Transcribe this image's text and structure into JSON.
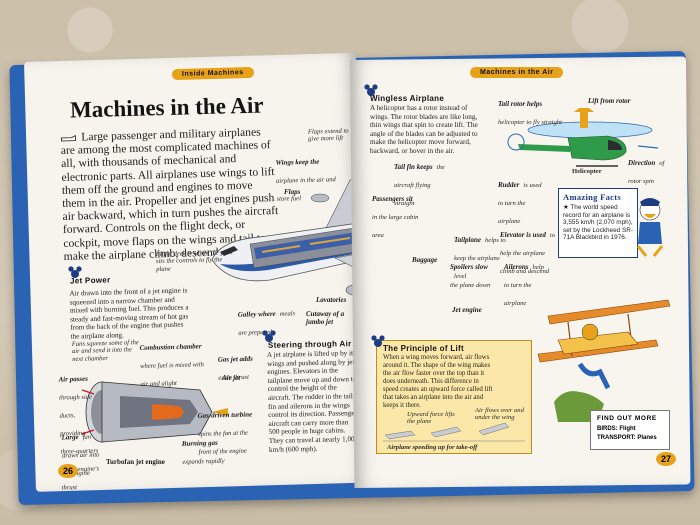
{
  "left_page": {
    "tab": "Inside Machines",
    "title": "Machines in the Air",
    "intro": "Large passenger and military airplanes are among the most complicated machines of all, with thousands of mechanical and electronic parts. All airplanes use wings to lift them off the ground and engines to move them in the air. Propeller and jet engines push air backward, which in turn pushes the aircraft forward. Controls on the flight deck, or cockpit, move flaps on the wings and tail to make the airplane climb, descend, or turn.",
    "jet_power": {
      "heading": "Jet Power",
      "text": "Air drawn into the front of a jet engine is squeezed into a narrow chamber and mixed with burning fuel. This produces a steady and fast-moving stream of hot gas from the back of the engine that pushes the airplane along."
    },
    "steering": {
      "heading": "Steering through Air",
      "text": "A jet airplane is lifted up by its wings and pushed along by jet engines. Elevators in the tailplane move up and down to control the height of the aircraft. The rudder in the tail fin and ailerons in the wings control its direction. Passenger aircraft can carry more than 500 people in huge cabins. They can travel at nearly 1,000 km/h (600 mph)."
    },
    "labels": {
      "flaps_extend": "Flaps extend to give more lift",
      "wings_keep_bold": "Wings keep the",
      "wings_keep": "airplane in the air and store fuel",
      "flaps": "Flaps",
      "flight_deck": "Flight deck is where the pilot sits the controls to fly the plane",
      "galley_bold": "Galley where",
      "galley": "meals are prepared",
      "lavatories": "Lavatories",
      "cutaway": "Cutaway of a jumbo jet",
      "fans": "Fans squeeze some of the air and send it into the next chamber",
      "combustion_bold": "Combustion chamber",
      "combustion": "where fuel is mixed with air and alight",
      "air_passes_bold": "Air passes",
      "air_passes": "through side ducts, providing three-quarters of the engine's thrust",
      "gas_jet_bold": "Gas jet adds",
      "gas_jet": "extra thrust",
      "air_jet": "Air jet",
      "gas_turbine_bold": "Gas-driven turbine",
      "gas_turbine": "spins the fan at the front of the engine",
      "large_fan_bold": "Large",
      "large_fan": "fan draws air into the engine",
      "burning_gas_bold": "Burning gas",
      "burning_gas": "expands rapidly",
      "turbofan": "Turbofan jet engine"
    },
    "page_number": "26"
  },
  "right_page": {
    "tab": "Machines in the Air",
    "wingless": {
      "heading": "Wingless Airplane",
      "text": "A helicopter has a rotor instead of wings. The rotor blades are like long, thin wings that spin to create lift. The angle of the blades can be adjusted to make the helicopter move forward, backward, or hover in the air."
    },
    "labels": {
      "tail_rotor_bold": "Tail rotor helps",
      "tail_rotor": "helicopter to fly straight",
      "lift_from_rotor": "Lift from rotor",
      "direction_bold": "Direction",
      "direction": "of rotor spin",
      "helicopter": "Helicopter",
      "tail_fin_bold": "Tail fin keeps",
      "tail_fin": "the aircraft flying straight",
      "passengers_bold": "Passengers sit",
      "passengers": "in the large cabin area",
      "rudder_bold": "Rudder",
      "rudder": "is used to turn the airplane",
      "tailplane_bold": "Tailplane",
      "tailplane": "helps to keep the airplane level",
      "elevator_bold": "Elevator is used",
      "elevator": "to help the airplane climb and descend",
      "baggage": "Baggage",
      "spoilers_bold": "Spoilers slow",
      "spoilers": "the plane down",
      "ailerons_bold": "Ailerons",
      "ailerons": "help to turn the airplane",
      "jet_engine": "Jet engine"
    },
    "amazing_facts": {
      "heading": "Amazing Facts",
      "text": "The world speed record for an airplane is 3,555 km/h (2,070 mph), set by the Lockheed SR-71A Blackbird in 1976."
    },
    "principle": {
      "heading": "The Principle of Lift",
      "text": "When a wing moves forward, air flows around it. The shape of the wing makes the air flow faster over the top than it does underneath. This difference in speed creates an upward force called lift that takes an airplane into the air and keeps it there.",
      "upward_force": "Upward force lifts the plane",
      "air_flows": "Air flows over and under the wing",
      "speeding": "Airplane speeding up for take-off"
    },
    "find_out_more": {
      "heading": "Find out more",
      "line1": "BIRDS: Flight",
      "line2": "TRANSPORT: Planes"
    },
    "page_number": "27"
  },
  "colors": {
    "accent": "#e8a21a",
    "cover": "#2a62b4",
    "plane_blue": "#2c5aa8",
    "helicopter_green": "#2f9a4a",
    "biplane": "#e78a2a"
  }
}
